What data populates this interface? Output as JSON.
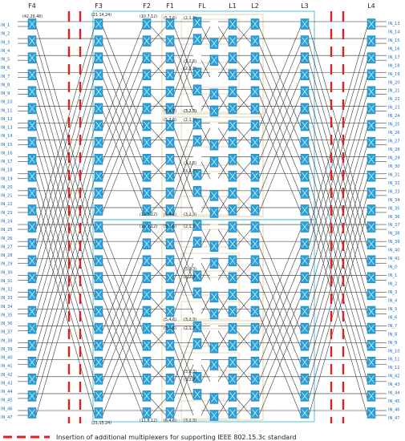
{
  "colors": {
    "mux": "#2a9fd6",
    "mux_cross": "#cfeefc",
    "wire": "#2b2b2b",
    "dash": "#e02020",
    "label": "#1a6fc2",
    "band_cyan": "#7fd6e6",
    "band_tan": "#e4d8b8"
  },
  "columns": [
    {
      "key": "F4",
      "label": "F4"
    },
    {
      "key": "F3",
      "label": "F3"
    },
    {
      "key": "F2",
      "label": "F2"
    },
    {
      "key": "F1",
      "label": "F1"
    },
    {
      "key": "FL",
      "label": "FL"
    },
    {
      "key": "L1",
      "label": "L1"
    },
    {
      "key": "L2",
      "label": "L2"
    },
    {
      "key": "L3",
      "label": "L3"
    },
    {
      "key": "L4",
      "label": "L4"
    }
  ],
  "left_inputs": [
    "IN_1",
    "IN_2",
    "IN_3",
    "IN_4",
    "IN_5",
    "IN_6",
    "IN_7",
    "IN_8",
    "IN_9",
    "IN_10",
    "IN_11",
    "IN_12",
    "IN_13",
    "IN_14",
    "IN_15",
    "IN_16",
    "IN_17",
    "IN_18",
    "IN_19",
    "IN_20",
    "IN_21",
    "IN_22",
    "IN_23",
    "IN_24",
    "IN_25",
    "IN_26",
    "IN_27",
    "IN_28",
    "IN_29",
    "IN_30",
    "IN_31",
    "IN_32",
    "IN_33",
    "IN_34",
    "IN_35",
    "IN_36",
    "IN_37",
    "IN_38",
    "IN_39",
    "IN_40",
    "IN_41",
    "IN_42",
    "IN_43",
    "IN_44",
    "IN_45",
    "IN_46",
    "IN_47"
  ],
  "right_inputs": [
    "IN_13",
    "IN_14",
    "IN_15",
    "IN_16",
    "IN_17",
    "IN_18",
    "IN_19",
    "IN_20",
    "IN_21",
    "IN_22",
    "IN_23",
    "IN_24",
    "IN_25",
    "IN_26",
    "IN_27",
    "IN_28",
    "IN_29",
    "IN_30",
    "IN_31",
    "IN_32",
    "IN_33",
    "IN_34",
    "IN_35",
    "IN_36",
    "IN_37",
    "IN_38",
    "IN_39",
    "IN_40",
    "IN_41",
    "IN_0",
    "IN_1",
    "IN_2",
    "IN_3",
    "IN_4",
    "IN_5",
    "IN_6",
    "IN_7",
    "IN_8",
    "IN_9",
    "IN_10",
    "IN_11",
    "IN_12",
    "IN_42",
    "IN_43",
    "IN_44",
    "IN_45",
    "IN_46",
    "IN_47"
  ],
  "notes": [
    {
      "text": "(42,29,48)",
      "at": "f4-top"
    },
    {
      "text": "(21,14,24)",
      "at": "f3-top"
    },
    {
      "text": "(10,7,12)",
      "at": "f2-top-1"
    },
    {
      "text": "(5,3,6)",
      "at": "f1-top-1"
    },
    {
      "text": "(2,1,3)",
      "at": "fl-top-1"
    },
    {
      "text": "(3,2,3)",
      "at": "fl-1b"
    },
    {
      "text": "(2,2,3)",
      "at": "fl-1c"
    },
    {
      "text": "(3,2,3)",
      "at": "fl-1d"
    },
    {
      "text": "(5,4,6)",
      "at": "f1-bot-1"
    },
    {
      "text": "(3,2,3)",
      "at": "fl-1e"
    },
    {
      "text": "(5,3,6)",
      "at": "f1-top-2"
    },
    {
      "text": "(2,1,3)",
      "at": "fl-2a"
    },
    {
      "text": "(3,2,3)",
      "at": "fl-2b"
    },
    {
      "text": "(3,2,3)",
      "at": "fl-2c"
    },
    {
      "text": "(11,7,12)",
      "at": "f2-bot-1"
    },
    {
      "text": "(6,4,6)",
      "at": "f1-bot-2"
    },
    {
      "text": "(3,2,3)",
      "at": "fl-2d"
    },
    {
      "text": "(10,7,12)",
      "at": "f2-top-2"
    },
    {
      "text": "(5,3,6)",
      "at": "f1-top-3"
    },
    {
      "text": "(2,1,3)",
      "at": "fl-3a"
    },
    {
      "text": "(3,2,3)",
      "at": "fl-3b"
    },
    {
      "text": "(3,2,3)",
      "at": "fl-3c"
    },
    {
      "text": "(5,4,6)",
      "at": "f1-bot-3"
    },
    {
      "text": "(3,2,3)",
      "at": "fl-3d"
    },
    {
      "text": "(5,4,6)",
      "at": "f1-top-4"
    },
    {
      "text": "(2,1,3)",
      "at": "fl-4a"
    },
    {
      "text": "(3,2,3)",
      "at": "fl-4b"
    },
    {
      "text": "(3,2,3)",
      "at": "fl-4c"
    },
    {
      "text": "(21,15,24)",
      "at": "f3-bot"
    },
    {
      "text": "(11,8,12)",
      "at": "f2-bot-2"
    },
    {
      "text": "(6,4,6)",
      "at": "f1-bot-4"
    },
    {
      "text": "(3,2,3)",
      "at": "fl-4d"
    }
  ],
  "legend": {
    "text": "Insertion of additional multiplexers for supporting  IEEE 802.15.3c standard"
  }
}
